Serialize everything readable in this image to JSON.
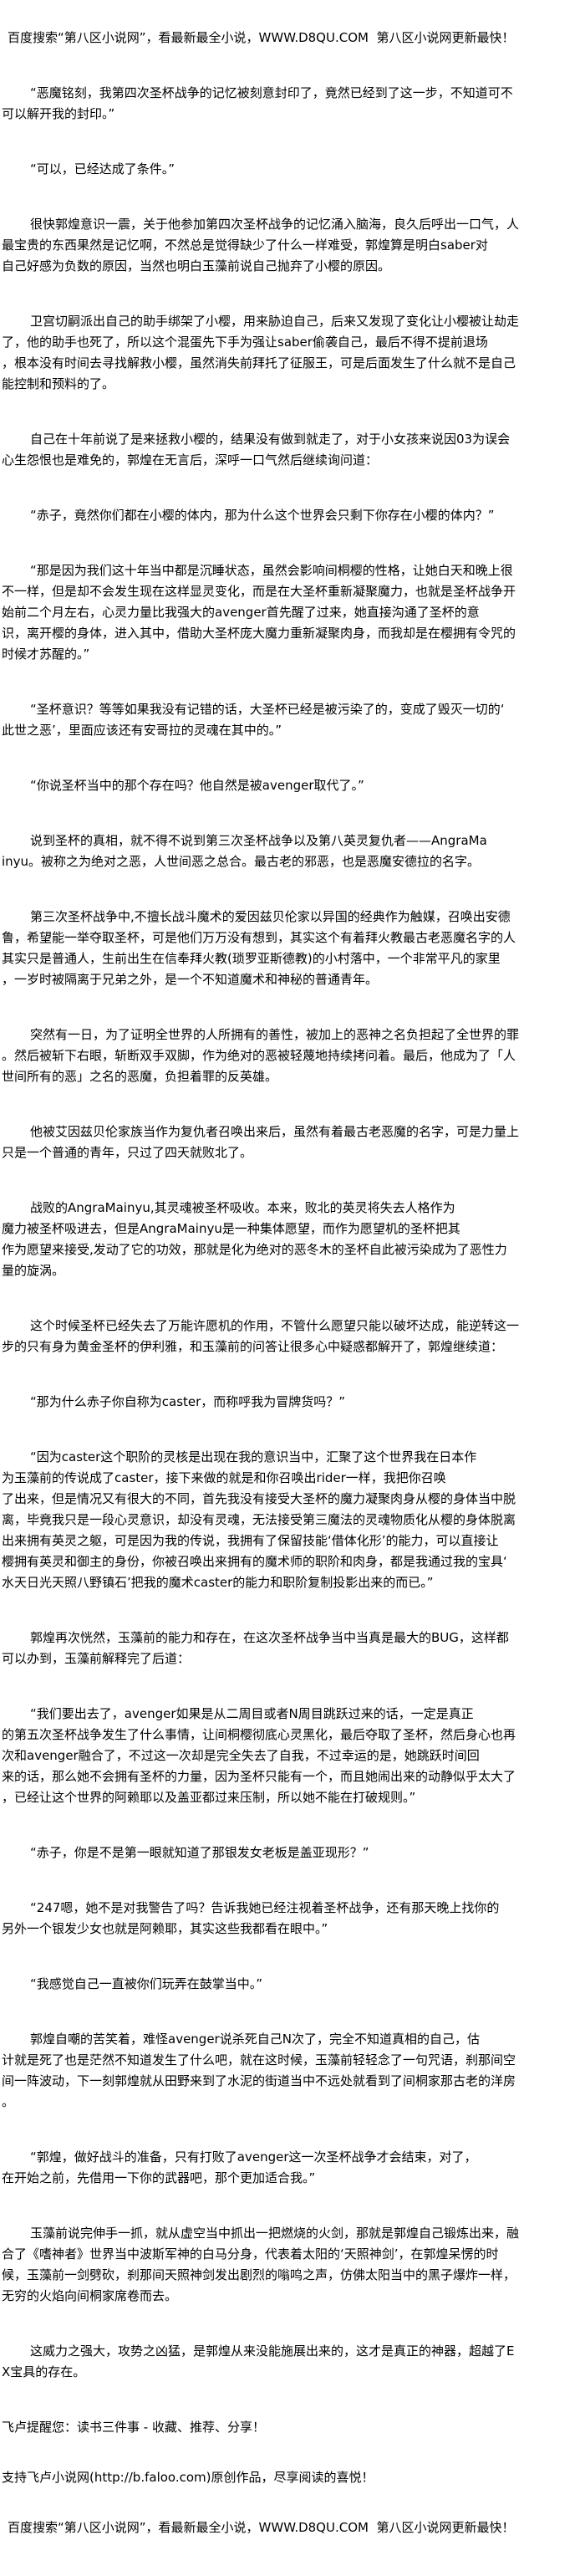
{
  "header_banner": "百度搜索“第八区小说网”，看最新最全小说，WWW.D8QU.COM  第八区小说网更新最快！",
  "paragraphs": [
    {
      "lines": [
        "“恶魔铭刻，我第四次圣杯战争的记忆被刻意封印了，竟然已经到了这一步，不知道可不",
        "可以解开我的封印。”"
      ]
    },
    {
      "lines": [
        "“可以，已经达成了条件。”"
      ]
    },
    {
      "lines": [
        "很快郭煌意识一震，关于他参加第四次圣杯战争的记忆涌入脑海，良久后呼出一口气，人",
        "最宝贵的东西果然是记忆啊，不然总是觉得缺少了什么一样难受，郭煌算是明白saber对",
        "自己好感为负数的原因，当然也明白玉藻前说自己抛弃了小樱的原因。"
      ]
    },
    {
      "lines": [
        "卫宫切嗣派出自己的助手绑架了小樱，用来胁迫自己，后来又发现了变化让小樱被让劫走",
        "了，他的助手也死了，所以这个混蛋先下手为强让saber偷袭自己，最后不得不提前退场",
        "，根本没有时间去寻找解救小樱，虽然消失前拜托了征服王，可是后面发生了什么就不是自己",
        "能控制和预料的了。"
      ]
    },
    {
      "lines": [
        "自己在十年前说了是来拯救小樱的，结果没有做到就走了，对于小女孩来说因03为误会",
        "心生怨恨也是难免的，郭煌在无言后，深呼一口气然后继续询问道："
      ]
    },
    {
      "lines": [
        "“赤子，竟然你们都在小樱的体内，那为什么这个世界会只剩下你存在小樱的体内？”"
      ]
    },
    {
      "lines": [
        "“那是因为我们这十年当中都是沉睡状态，虽然会影响间桐樱的性格，让她白天和晚上很",
        "不一样，但是却不会发生现在这样显灵变化，而是在大圣杯重新凝聚魔力，也就是圣杯战争开",
        "始前二个月左右，心灵力量比我强大的avenger首先醒了过来，她直接沟通了圣杯的意",
        "识，离开樱的身体，进入其中，借助大圣杯庞大魔力重新凝聚肉身，而我却是在樱拥有令咒的",
        "时候才苏醒的。”"
      ]
    },
    {
      "lines": [
        "“圣杯意识？等等如果我没有记错的话，大圣杯已经是被污染了的，变成了毁灭一切的‘",
        "此世之恶’，里面应该还有安哥拉的灵魂在其中的。”"
      ]
    },
    {
      "lines": [
        "“你说圣杯当中的那个存在吗？他自然是被avenger取代了。”"
      ]
    },
    {
      "lines": [
        "说到圣杯的真相，就不得不说到第三次圣杯战争以及第八英灵复仇者——AngraMa",
        "inyu。被称之为绝对之恶，人世间恶之总合。最古老的邪恶，也是恶魔安德拉的名字。"
      ]
    },
    {
      "lines": [
        "第三次圣杯战争中,不擅长战斗魔术的爱因兹贝伦家以异国的经典作为触媒，召唤出安德",
        "鲁，希望能一举夺取圣杯，可是他们万万没有想到，其实这个有着拜火教最古老恶魔名字的人",
        "其实只是普通人，生前出生在信奉拜火教(琐罗亚斯德教)的小村落中，一个非常平凡的家里",
        "，一岁时被隔离于兄弟之外，是一个不知道魔术和神秘的普通青年。"
      ]
    },
    {
      "lines": [
        "突然有一日，为了证明全世界的人所拥有的善性，被加上的恶神之名负担起了全世界的罪",
        "。然后被斩下右眼，斩断双手双脚，作为绝对的恶被轻蔑地持续拷问着。最后，他成为了「人",
        "世间所有的恶」之名的恶魔，负担着罪的反英雄。"
      ]
    },
    {
      "lines": [
        "他被艾因兹贝伦家族当作为复仇者召唤出来后，虽然有着最古老恶魔的名字，可是力量上",
        "只是一个普通的青年，只过了四天就败北了。"
      ]
    },
    {
      "lines": [
        "战败的AngraMainyu,其灵魂被圣杯吸收。本来，败北的英灵将失去人格作为",
        "魔力被圣杯吸进去，但是AngraMainyu是一种集体愿望，而作为愿望机的圣杯把其",
        "作为愿望来接受,发动了它的功效，那就是化为绝对的恶冬木的圣杯自此被污染成为了恶性力",
        "量的旋涡。"
      ]
    },
    {
      "lines": [
        "这个时候圣杯已经失去了万能许愿机的作用，不管什么愿望只能以破坏达成，能逆转这一",
        "步的只有身为黄金圣杯的伊利雅，和玉藻前的问答让很多心中疑惑都解开了，郭煌继续道："
      ]
    },
    {
      "lines": [
        "“那为什么赤子你自称为caster，而称呼我为冒牌货吗？”"
      ]
    },
    {
      "lines": [
        "“因为caster这个职阶的灵核是出现在我的意识当中，汇聚了这个世界我在日本作",
        "为玉藻前的传说成了caster，接下来做的就是和你召唤出rider一样，我把你召唤",
        "了出来，但是情况又有很大的不同，首先我没有接受大圣杯的魔力凝聚肉身从樱的身体当中脱",
        "离，毕竟我只是一段心灵意识，却没有灵魂，无法接受第三魔法的灵魂物质化从樱的身体脱离",
        "出来拥有英灵之躯，可是因为我的传说，我拥有了保留技能‘借体化形’的能力，可以直接让",
        "樱拥有英灵和御主的身份，你被召唤出来拥有的魔术师的职阶和肉身，都是我通过我的宝具‘",
        "水天日光天照八野镇石’把我的魔术caster的能力和职阶复制投影出来的而已。”"
      ]
    },
    {
      "lines": [
        "郭煌再次恍然，玉藻前的能力和存在，在这次圣杯战争当中当真是最大的BUG，这样都",
        "可以办到，玉藻前解释完了后道："
      ]
    },
    {
      "lines": [
        "“我们要出去了，avenger如果是从二周目或者N周目跳跃过来的话，一定是真正",
        "的第五次圣杯战争发生了什么事情，让间桐樱彻底心灵黑化，最后夺取了圣杯，然后身心也再",
        "次和avenger融合了，不过这一次却是完全失去了自我，不过幸运的是，她跳跃时间回",
        "来的话，那么她不会拥有圣杯的力量，因为圣杯只能有一个，而且她闹出来的动静似乎太大了",
        "，已经让这个世界的阿赖耶以及盖亚都过来压制，所以她不能在打破规则。”"
      ]
    },
    {
      "lines": [
        "“赤子，你是不是第一眼就知道了那银发女老板是盖亚现形？”"
      ]
    },
    {
      "lines": [
        "“247嗯，她不是对我警告了吗？告诉我她已经注视着圣杯战争，还有那天晚上找你的",
        "另外一个银发少女也就是阿赖耶，其实这些我都看在眼中。”"
      ]
    },
    {
      "lines": [
        "“我感觉自己一直被你们玩弄在鼓掌当中。”"
      ]
    },
    {
      "lines": [
        "郭煌自嘲的苦笑着，难怪avenger说杀死自己N次了，完全不知道真相的自己，估",
        "计就是死了也是茫然不知道发生了什么吧，就在这时候，玉藻前轻轻念了一句咒语，刹那间空",
        "间一阵波动，下一刻郭煌就从田野来到了水泥的街道当中不远处就看到了间桐家那古老的洋房",
        "。"
      ]
    },
    {
      "lines": [
        "“郭煌，做好战斗的准备，只有打败了avenger这一次圣杯战争才会结束，对了，",
        "在开始之前，先借用一下你的武器吧，那个更加适合我。”"
      ]
    },
    {
      "lines": [
        "玉藻前说完伸手一抓，就从虚空当中抓出一把燃烧的火剑，那就是郭煌自己锻炼出来，融",
        "合了《嗜神者》世界当中波斯军神的白马分身，代表着太阳的‘天照神剑’，在郭煌呆愣的时",
        "候，玉藻前一剑劈砍，刹那间天照神剑发出剧烈的嗡鸣之声，仿佛太阳当中的黑子爆炸一样，",
        "无穷的火焰向间桐家席卷而去。"
      ]
    },
    {
      "lines": [
        "这威力之强大，攻势之凶猛，是郭煌从来没能施展出来的，这才是真正的神器，超越了E",
        "X宝具的存在。"
      ]
    }
  ],
  "notes": [
    "飞卢提醒您：读书三件事 - 收藏、推荐、分享！",
    "支持飞卢小说网(http://b.faloo.com)原创作品，尽享阅读的喜悦！"
  ],
  "footer_banner": "百度搜索“第八区小说网”，看最新最全小说，WWW.D8QU.COM  第八区小说网更新最快！"
}
